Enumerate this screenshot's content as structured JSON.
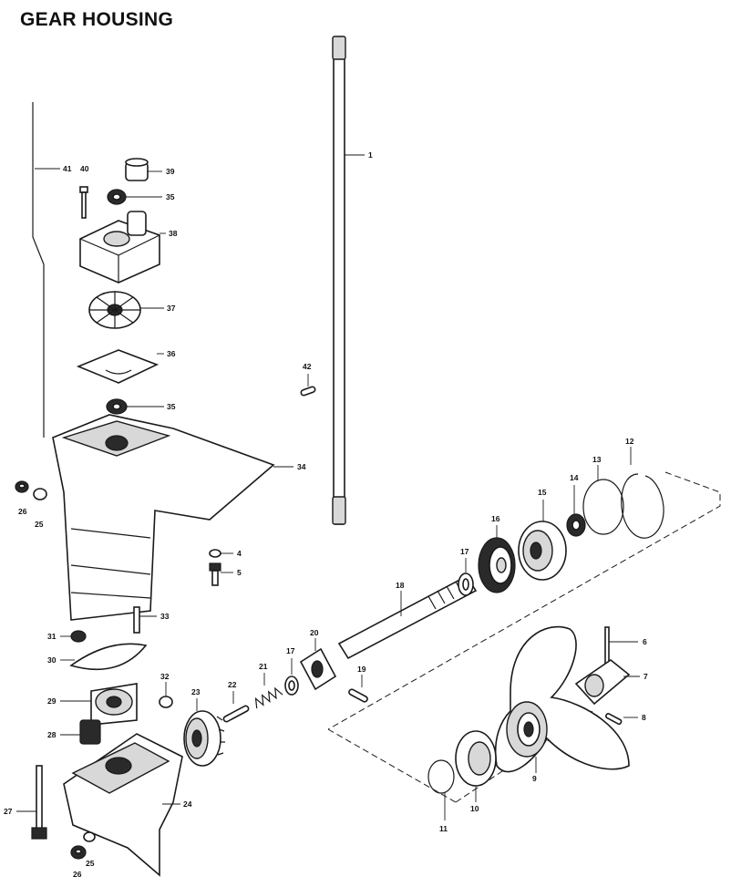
{
  "header": {
    "title": "GEAR HOUSING"
  },
  "callouts": [
    {
      "id": "c1",
      "text": "1"
    },
    {
      "id": "c4",
      "text": "4"
    },
    {
      "id": "c5",
      "text": "5"
    },
    {
      "id": "c6",
      "text": "6"
    },
    {
      "id": "c7",
      "text": "7"
    },
    {
      "id": "c8",
      "text": "8"
    },
    {
      "id": "c9",
      "text": "9"
    },
    {
      "id": "c10",
      "text": "10"
    },
    {
      "id": "c11",
      "text": "11"
    },
    {
      "id": "c12",
      "text": "12"
    },
    {
      "id": "c13",
      "text": "13"
    },
    {
      "id": "c14",
      "text": "14"
    },
    {
      "id": "c15",
      "text": "15"
    },
    {
      "id": "c16",
      "text": "16"
    },
    {
      "id": "c17a",
      "text": "17"
    },
    {
      "id": "c17b",
      "text": "17"
    },
    {
      "id": "c18",
      "text": "18"
    },
    {
      "id": "c19",
      "text": "19"
    },
    {
      "id": "c20",
      "text": "20"
    },
    {
      "id": "c21",
      "text": "21"
    },
    {
      "id": "c22",
      "text": "22"
    },
    {
      "id": "c23",
      "text": "23"
    },
    {
      "id": "c24",
      "text": "24"
    },
    {
      "id": "c25a",
      "text": "25"
    },
    {
      "id": "c25b",
      "text": "25"
    },
    {
      "id": "c26a",
      "text": "26"
    },
    {
      "id": "c26b",
      "text": "26"
    },
    {
      "id": "c27",
      "text": "27"
    },
    {
      "id": "c28",
      "text": "28"
    },
    {
      "id": "c29",
      "text": "29"
    },
    {
      "id": "c30",
      "text": "30"
    },
    {
      "id": "c31",
      "text": "31"
    },
    {
      "id": "c32",
      "text": "32"
    },
    {
      "id": "c33",
      "text": "33"
    },
    {
      "id": "c34",
      "text": "34"
    },
    {
      "id": "c35a",
      "text": "35"
    },
    {
      "id": "c35b",
      "text": "35"
    },
    {
      "id": "c36",
      "text": "36"
    },
    {
      "id": "c37",
      "text": "37"
    },
    {
      "id": "c38",
      "text": "38"
    },
    {
      "id": "c39",
      "text": "39"
    },
    {
      "id": "c40",
      "text": "40"
    },
    {
      "id": "c41",
      "text": "41"
    },
    {
      "id": "c42",
      "text": "42"
    }
  ]
}
